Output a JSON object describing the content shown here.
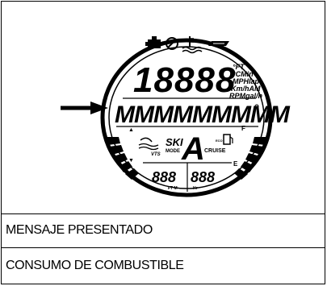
{
  "display": {
    "top_digits": "18888",
    "units": [
      "°FT",
      "°CMin",
      "MPHlap",
      "Km/hAM",
      "RPMgal/h"
    ],
    "message_segments": "MMMMMMMMM",
    "ski_label": "SKI",
    "mode_label": "MODE",
    "vts_label": "VTS",
    "cruise_label": "CRUISE",
    "eco_label": "ECO",
    "gear_char": "A",
    "bottom_left_digits": "888",
    "bottom_left_unit": "FT M",
    "bottom_right_digits": "888",
    "bottom_right_unit": "Hr",
    "fuel_full": "F",
    "fuel_empty": "E",
    "icons": [
      "engine-icon",
      "no-wake-icon",
      "temperature-icon",
      "battery-bar-icon",
      "arrow-pointer-icon"
    ]
  },
  "table": {
    "rows": [
      {
        "label": "MENSAJE PRESENTADO"
      },
      {
        "label": "CONSUMO DE COMBUSTIBLE"
      }
    ]
  }
}
